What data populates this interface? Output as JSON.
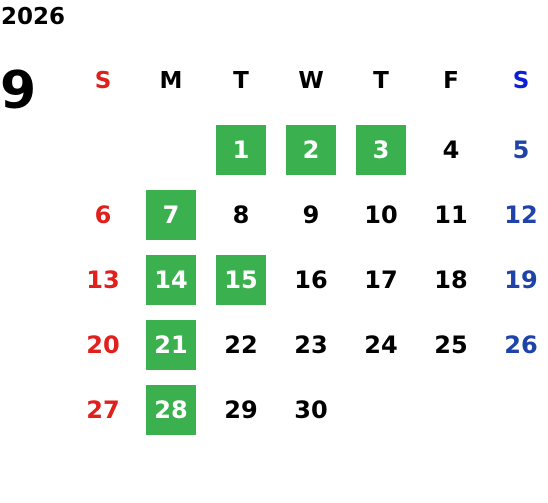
{
  "calendar": {
    "year": "2026",
    "month": "9",
    "weekdays": [
      "S",
      "M",
      "T",
      "W",
      "T",
      "F",
      "S"
    ],
    "days": [
      "1",
      "2",
      "3",
      "4",
      "5",
      "6",
      "7",
      "8",
      "9",
      "10",
      "11",
      "12",
      "13",
      "14",
      "15",
      "16",
      "17",
      "18",
      "19",
      "20",
      "21",
      "22",
      "23",
      "24",
      "25",
      "26",
      "27",
      "28",
      "29",
      "30"
    ],
    "highlighted_days": [
      "1",
      "2",
      "3",
      "7",
      "14",
      "15",
      "21",
      "28"
    ],
    "colors": {
      "sunday": "#e0201c",
      "saturday": "#1f43a6",
      "saturday_header": "#0a1fd6",
      "weekday": "#000000",
      "highlight_bg": "#3bb04f",
      "highlight_text": "#ffffff"
    }
  }
}
